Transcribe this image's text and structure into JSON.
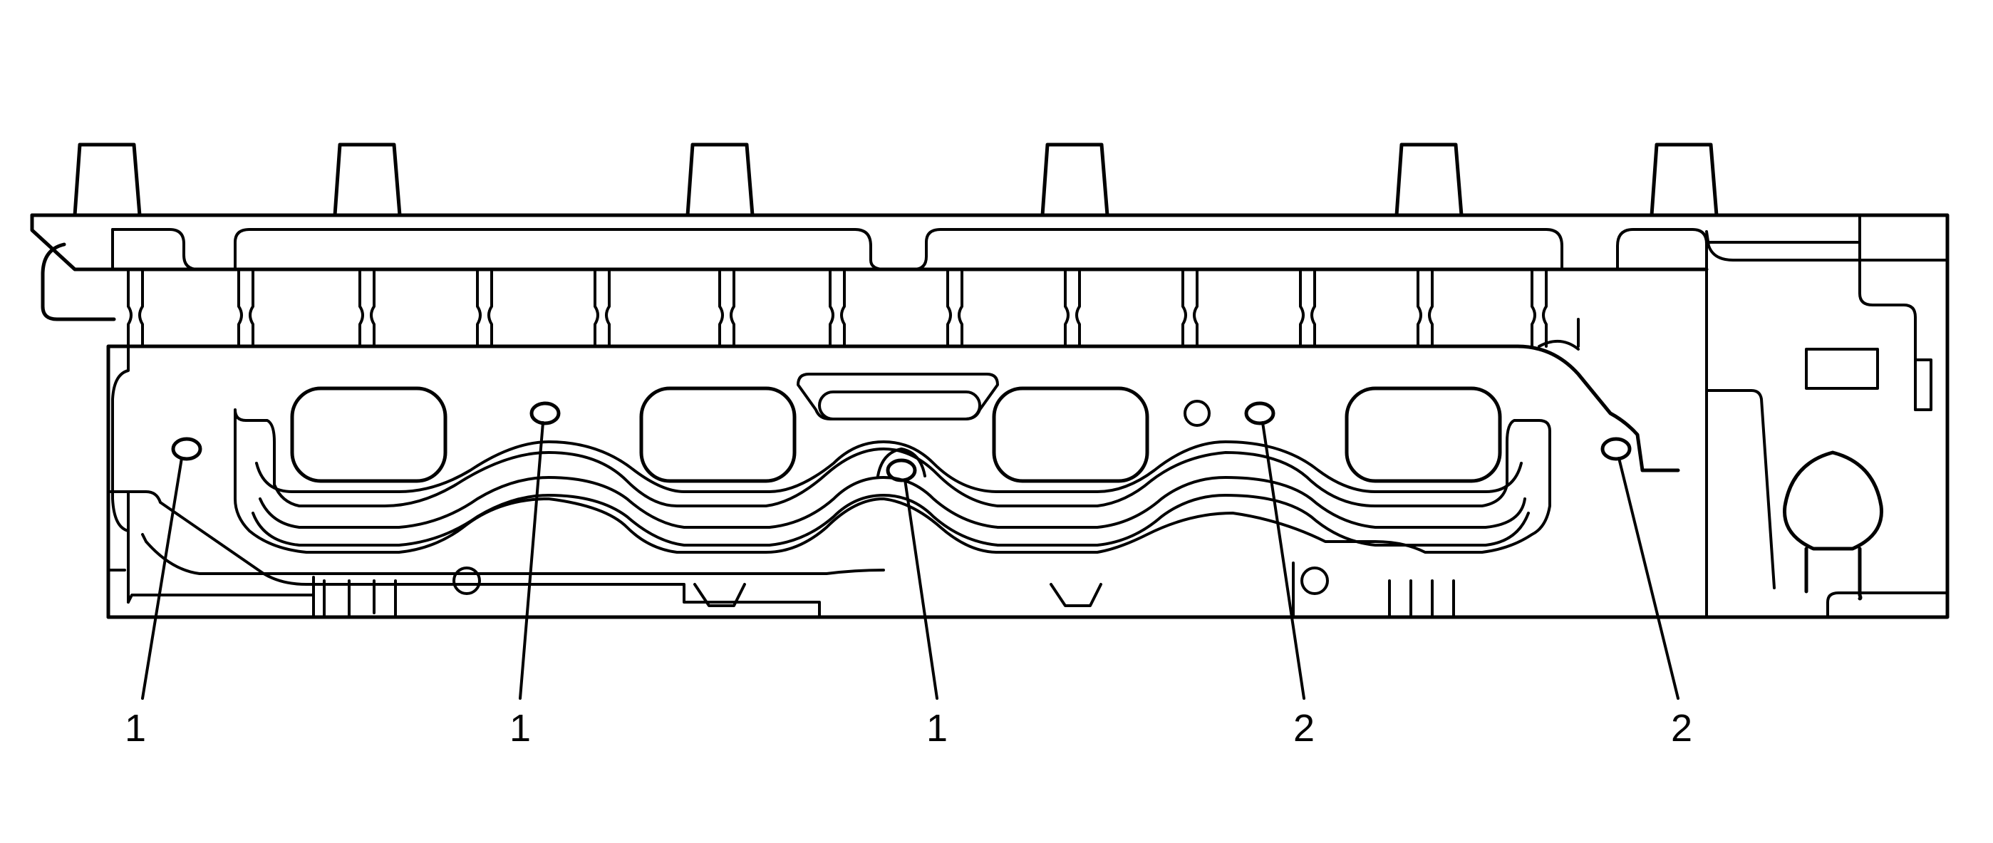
{
  "figure": {
    "background": "#ffffff",
    "line_color": "#000000"
  },
  "callouts": [
    {
      "id": "c1",
      "label": "1"
    },
    {
      "id": "c2",
      "label": "1"
    },
    {
      "id": "c3",
      "label": "1"
    },
    {
      "id": "c4",
      "label": "2"
    },
    {
      "id": "c5",
      "label": "2"
    }
  ]
}
